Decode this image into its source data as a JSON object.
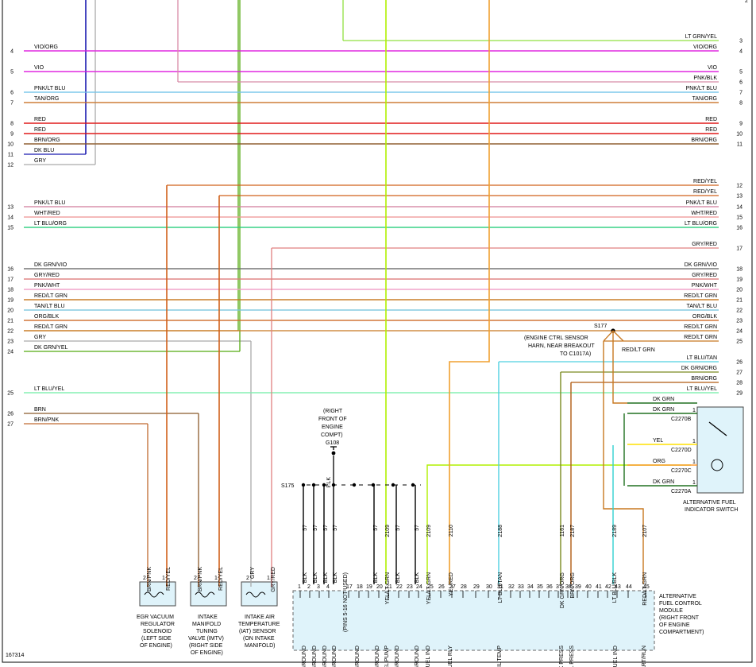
{
  "colors": {
    "vio": "#e020e0",
    "blue": "#1a1ab0",
    "gray": "#aaaaaa",
    "pink": "#d88ca8",
    "ltblu": "#7ac6ea",
    "tan": "#cc7a30",
    "red": "#e01010",
    "brn": "#8b5a2b",
    "redyel": "#d0601a",
    "whtred": "#f0a0a0",
    "ltbluorg": "#30d080",
    "grayred": "#e08080",
    "dkgrnvio": "#707070",
    "pnkwht": "#f0a0c8",
    "redltgrn": "#c87820",
    "tanltblu": "#80c8e0",
    "orgblk": "#d07030",
    "dkgrnyel": "#55aa10",
    "ltbluyel": "#80f0b0",
    "brnpnk": "#c06a30",
    "yelltgrn": "#b0f000",
    "ltgrnyel": "#90e040",
    "yelred": "#f0a030",
    "ltblutan": "#50d0e0",
    "dkgrnorg": "#7a8a20",
    "brnorg": "#b05a10",
    "dkgrn": "#207020",
    "yel": "#ffe000",
    "org": "#ff9a30",
    "ltbluorgwire": "#30d0d0",
    "blk": "#000000",
    "module": "#dff3fa"
  },
  "left_wires": [
    {
      "num": "4",
      "label": "VIO/ORG"
    },
    {
      "num": "5",
      "label": "VIO"
    },
    {
      "num": "6",
      "label": "PNK/LT BLU"
    },
    {
      "num": "7",
      "label": "TAN/ORG"
    },
    {
      "num": "8",
      "label": "RED"
    },
    {
      "num": "9",
      "label": "RED"
    },
    {
      "num": "10",
      "label": "BRN/ORG"
    },
    {
      "num": "11",
      "label": "DK BLU"
    },
    {
      "num": "12",
      "label": "GRY"
    },
    {
      "num": "13",
      "label": "PNK/LT BLU"
    },
    {
      "num": "14",
      "label": "WHT/RED"
    },
    {
      "num": "15",
      "label": "LT BLU/ORG"
    },
    {
      "num": "16",
      "label": "DK GRN/VIO"
    },
    {
      "num": "17",
      "label": "GRY/RED"
    },
    {
      "num": "18",
      "label": "PNK/WHT"
    },
    {
      "num": "19",
      "label": "RED/LT GRN"
    },
    {
      "num": "20",
      "label": "TAN/LT BLU"
    },
    {
      "num": "21",
      "label": "ORG/BLK"
    },
    {
      "num": "22",
      "label": "RED/LT GRN"
    },
    {
      "num": "23",
      "label": "GRY"
    },
    {
      "num": "24",
      "label": "DK GRN/YEL"
    },
    {
      "num": "25",
      "label": "LT BLU/YEL"
    },
    {
      "num": "26",
      "label": "BRN"
    },
    {
      "num": "27",
      "label": "BRN/PNK"
    }
  ],
  "right_wires": [
    {
      "num": "3",
      "label": "LT GRN/YEL"
    },
    {
      "num": "4",
      "label": "VIO/ORG"
    },
    {
      "num": "5",
      "label": "VIO"
    },
    {
      "num": "6",
      "label": "PNK/BLK"
    },
    {
      "num": "7",
      "label": "PNK/LT BLU"
    },
    {
      "num": "8",
      "label": "TAN/ORG"
    },
    {
      "num": "9",
      "label": "RED"
    },
    {
      "num": "10",
      "label": "RED"
    },
    {
      "num": "11",
      "label": "BRN/ORG"
    },
    {
      "num": "12",
      "label": "RED/YEL"
    },
    {
      "num": "13",
      "label": "RED/YEL"
    },
    {
      "num": "14",
      "label": "PNK/LT BLU"
    },
    {
      "num": "15",
      "label": "WHT/RED"
    },
    {
      "num": "16",
      "label": "LT BLU/ORG"
    },
    {
      "num": "17",
      "label": "GRY/RED"
    },
    {
      "num": "18",
      "label": "DK GRN/VIO"
    },
    {
      "num": "19",
      "label": "GRY/RED"
    },
    {
      "num": "20",
      "label": "PNK/WHT"
    },
    {
      "num": "21",
      "label": "RED/LT GRN"
    },
    {
      "num": "22",
      "label": "TAN/LT BLU"
    },
    {
      "num": "23",
      "label": "ORG/BLK"
    },
    {
      "num": "24",
      "label": "RED/LT GRN"
    },
    {
      "num": "25",
      "label": "RED/LT GRN"
    },
    {
      "num": "26",
      "label": "LT BLU/TAN"
    },
    {
      "num": "27",
      "label": "DK GRN/ORG"
    },
    {
      "num": "28",
      "label": "BRN/ORG"
    },
    {
      "num": "29",
      "label": "LT BLU/YEL"
    }
  ],
  "s177": {
    "name": "S177",
    "note": [
      "(ENGINE CTRL SENSOR",
      "HARN, NEAR BREAKOUT",
      "TO C1017A)"
    ],
    "branch": "RED/LT GRN"
  },
  "ground": {
    "lines": [
      "(RIGHT",
      "FRONT OF",
      "ENGINE",
      "COMPT)",
      "G108"
    ],
    "wire": "BLK",
    "splice": "S175"
  },
  "circuit_nums": [
    "57",
    "57",
    "57",
    "57",
    "57",
    "57",
    "2109",
    "57",
    "57",
    "2109",
    "2110",
    "2188",
    "1161",
    "2187",
    "2189",
    "2107"
  ],
  "vert_labels": [
    "BLK",
    "BLK",
    "BLK",
    "BLK",
    "(PINS 5-16 NOT USED)",
    "BLK",
    "YEL/LT GRN",
    "BLK",
    "BLK",
    "YEL/LT GRN",
    "YEL/RED",
    "LT BLU/TAN",
    "DK GRN/ORG",
    "BRN/ORG",
    "LT BLU/BLK",
    "RED/LT GRN"
  ],
  "module_pins": [
    "1",
    "2",
    "3",
    "4",
    "17",
    "18",
    "19",
    "20",
    "21",
    "22",
    "23",
    "24",
    "25",
    "26",
    "27",
    "28",
    "29",
    "30",
    "31",
    "32",
    "33",
    "34",
    "35",
    "36",
    "37",
    "38",
    "39",
    "40",
    "41",
    "42",
    "43",
    "44",
    "45"
  ],
  "module_funcs": [
    "GROUND",
    "GROUND",
    "GROUND",
    "GROUND",
    "GROUND",
    "GROUND",
    "FUEL PUMP",
    "GROUND",
    "GROUND",
    "ALT FUEL IND",
    "BI-FUEL RLY",
    "RAIL TEMP",
    "TANK PRESS",
    "RAIL PRESS",
    "ALT FUEL IND",
    "START/RUN"
  ],
  "module_name": [
    "ALTERNATIVE",
    "FUEL CONTROL",
    "MODULE",
    "(RIGHT FRONT",
    "OF ENGINE",
    "COMPARTMENT)"
  ],
  "components": [
    {
      "wires": [
        "BRN/PNK",
        "RED/YEL"
      ],
      "pins": [
        "2",
        "1"
      ],
      "name": [
        "EGR VACUUM",
        "REGULATOR",
        "SOLENOID",
        "(LEFT SIDE",
        "OF ENGINE)"
      ]
    },
    {
      "wires": [
        "BRN/PNK",
        "RED/YEL"
      ],
      "pins": [
        "2",
        "1"
      ],
      "name": [
        "INTAKE",
        "MANIFOLD",
        "TUNING",
        "VALVE (IMTV)",
        "(RIGHT SIDE",
        "OF ENGINE)"
      ]
    },
    {
      "wires": [
        "GRY",
        "GRY/RED"
      ],
      "pins": [
        "2",
        "1"
      ],
      "name": [
        "INTAKE AIR",
        "TEMPERATURE",
        "(IAT) SENSOR",
        "(ON INTAKE",
        "MANIFOLD)"
      ]
    }
  ],
  "switch": {
    "name": [
      "ALTERNATIVE FUEL",
      "INDICATOR SWITCH"
    ],
    "rows": [
      {
        "wire": "DK GRN",
        "conn": "",
        "pin": ""
      },
      {
        "wire": "DK GRN",
        "conn": "C2270B",
        "pin": "1"
      },
      {
        "wire": "YEL",
        "conn": "C2270D",
        "pin": "1"
      },
      {
        "wire": "ORG",
        "conn": "C2270C",
        "pin": "1"
      },
      {
        "wire": "DK GRN",
        "conn": "C2270A",
        "pin": "1"
      }
    ]
  },
  "top_nums": {
    "right_first": "2"
  },
  "figure_id": "167314"
}
